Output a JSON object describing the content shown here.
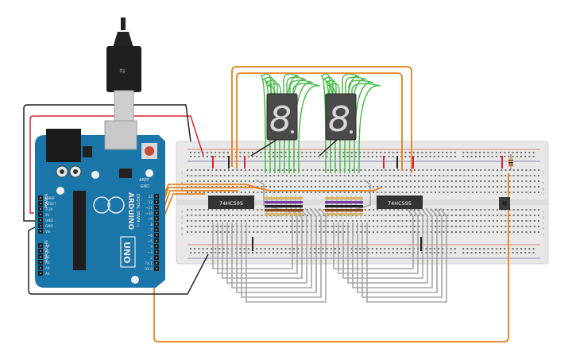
{
  "arduino": {
    "brand": "ARDUINO",
    "model": "UNO",
    "aref_label": "AREF",
    "gnd_label": "GND",
    "digital_label": "DIGITAL (PWM~)",
    "analog_label": "ANALOG IN",
    "power_label": "POWER",
    "digital_pins": [
      "13",
      "12",
      "~11",
      "~10",
      "~9",
      "8",
      "7",
      "~6",
      "~5",
      "4",
      "~3",
      "2",
      "TX 1",
      "RX 0"
    ],
    "power_pins": [
      "IOREF",
      "RESET",
      "3.3V",
      "5V",
      "GND",
      "GND",
      "Vin"
    ],
    "analog_pins": [
      "A0",
      "A1",
      "A2",
      "A3",
      "A4",
      "A5"
    ]
  },
  "chips": [
    {
      "label": "74HC595"
    },
    {
      "label": "74HC595"
    }
  ],
  "displays": [
    {
      "digit": "8"
    },
    {
      "digit": "8"
    }
  ],
  "breadboard": {
    "row_letters": [
      "j",
      "i",
      "h",
      "g",
      "f",
      "e",
      "d",
      "c",
      "b",
      "a"
    ]
  },
  "colors": {
    "board": "#1a75a8",
    "wire_orange": "#e8831a",
    "wire_green": "#3fba3f",
    "wire_gray": "#a5a5a5",
    "wire_red": "#d4262b",
    "wire_black": "#222222",
    "display_body": "#4a4a4a",
    "chip_body": "#333333"
  }
}
